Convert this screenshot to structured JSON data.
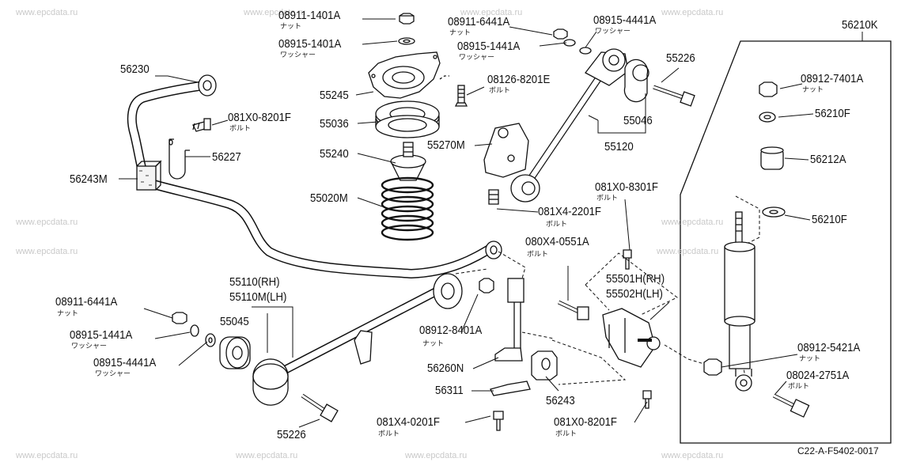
{
  "watermark": "www.epcdata.ru",
  "drawing_code": "C22-A-F5402-0017",
  "parts": [
    {
      "id": "p1",
      "number": "08911-1401A",
      "note": "ナット"
    },
    {
      "id": "p2",
      "number": "08915-1401A",
      "note": "ワッシャー"
    },
    {
      "id": "p3",
      "number": "55245",
      "note": ""
    },
    {
      "id": "p4",
      "number": "55036",
      "note": ""
    },
    {
      "id": "p5",
      "number": "55240",
      "note": ""
    },
    {
      "id": "p6",
      "number": "55020M",
      "note": ""
    },
    {
      "id": "p7",
      "number": "56230",
      "note": ""
    },
    {
      "id": "p8",
      "number": "081X0-8201F",
      "note": "ボルト"
    },
    {
      "id": "p9",
      "number": "56227",
      "note": ""
    },
    {
      "id": "p10",
      "number": "56243M",
      "note": ""
    },
    {
      "id": "p11",
      "number": "08911-6441A",
      "note": "ナット"
    },
    {
      "id": "p12",
      "number": "08915-1441A",
      "note": "ワッシャー"
    },
    {
      "id": "p13",
      "number": "08915-4441A",
      "note": "ワッシャー"
    },
    {
      "id": "p14",
      "number": "08126-8201E",
      "note": "ボルト"
    },
    {
      "id": "p15",
      "number": "55226",
      "note": ""
    },
    {
      "id": "p16",
      "number": "55046",
      "note": ""
    },
    {
      "id": "p17",
      "number": "55120",
      "note": ""
    },
    {
      "id": "p18",
      "number": "55270M",
      "note": ""
    },
    {
      "id": "p19",
      "number": "081X4-2201F",
      "note": "ボルト"
    },
    {
      "id": "p20",
      "number": "56210K",
      "note": ""
    },
    {
      "id": "p21",
      "number": "08912-7401A",
      "note": "ナット"
    },
    {
      "id": "p22",
      "number": "56210F",
      "note": ""
    },
    {
      "id": "p23",
      "number": "56212A",
      "note": ""
    },
    {
      "id": "p24",
      "number": "56210F",
      "note": ""
    },
    {
      "id": "p25",
      "number": "081X0-8301F",
      "note": "ボルト"
    },
    {
      "id": "p26",
      "number": "080X4-0551A",
      "note": "ボルト"
    },
    {
      "id": "p27",
      "number": "55501H(RH)",
      "note": ""
    },
    {
      "id": "p28",
      "number": "55502H(LH)",
      "note": ""
    },
    {
      "id": "p29",
      "number": "55110(RH)",
      "note": ""
    },
    {
      "id": "p30",
      "number": "55110M(LH)",
      "note": ""
    },
    {
      "id": "p31",
      "number": "55045",
      "note": ""
    },
    {
      "id": "p32",
      "number": "08911-6441A",
      "note": "ナット"
    },
    {
      "id": "p33",
      "number": "08915-1441A",
      "note": "ワッシャー"
    },
    {
      "id": "p34",
      "number": "08915-4441A",
      "note": "ワッシャー"
    },
    {
      "id": "p35",
      "number": "08912-8401A",
      "note": "ナット"
    },
    {
      "id": "p36",
      "number": "56260N",
      "note": ""
    },
    {
      "id": "p37",
      "number": "56311",
      "note": ""
    },
    {
      "id": "p38",
      "number": "56243",
      "note": ""
    },
    {
      "id": "p39",
      "number": "55226",
      "note": ""
    },
    {
      "id": "p40",
      "number": "081X4-0201F",
      "note": "ボルト"
    },
    {
      "id": "p41",
      "number": "081X0-8201F",
      "note": "ボルト"
    },
    {
      "id": "p42",
      "number": "08912-5421A",
      "note": "ナット"
    },
    {
      "id": "p43",
      "number": "08024-2751A",
      "note": "ボルト"
    }
  ]
}
